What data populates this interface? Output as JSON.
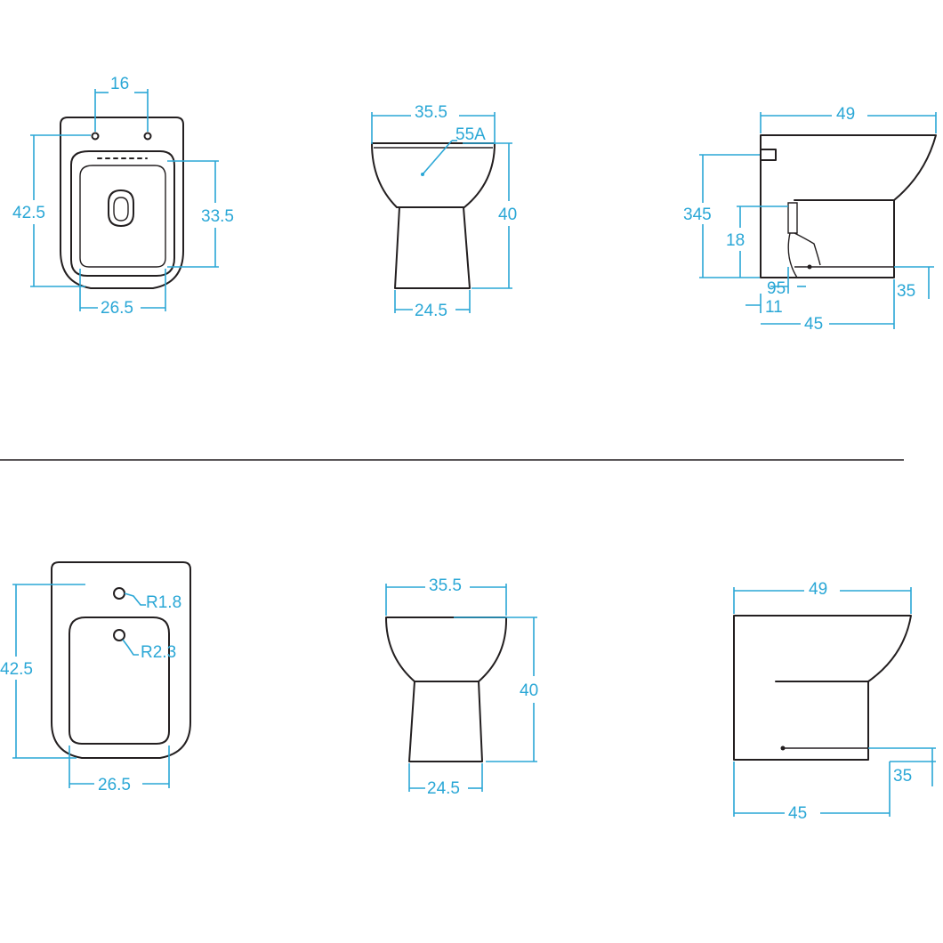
{
  "colors": {
    "line": "#231f20",
    "dimension": "#2aa7d6",
    "background": "#ffffff"
  },
  "toilet": {
    "top": {
      "hole_spacing": "16",
      "depth": "42.5",
      "inner_depth": "33.5",
      "width": "26.5"
    },
    "front": {
      "width": "35.5",
      "angle": "55A",
      "height": "40",
      "base": "24.5"
    },
    "side": {
      "length": "49",
      "outlet_height": "345",
      "inlet_height": "18",
      "inlet_offset": "95",
      "inlet_gap": "11",
      "base_length": "45",
      "floor_outlet": "35"
    }
  },
  "bidet": {
    "top": {
      "depth": "42.5",
      "hole_radius_1": "R1.8",
      "hole_radius_2": "R2.3",
      "width": "26.5"
    },
    "front": {
      "width": "35.5",
      "height": "40",
      "base": "24.5"
    },
    "side": {
      "length": "49",
      "base_length": "45",
      "floor_outlet": "35"
    }
  }
}
